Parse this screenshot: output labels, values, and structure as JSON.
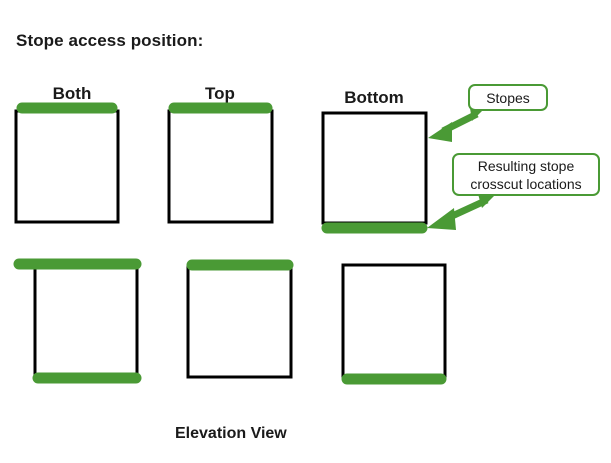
{
  "figure": {
    "title": "Stope access position:",
    "footer_label": "Elevation View",
    "colors": {
      "stope_green": "#4A9A35",
      "outline_black": "#000000",
      "background": "#FFFFFF",
      "callout_border": "#4A9A35"
    }
  },
  "columns": [
    {
      "label": "Both"
    },
    {
      "label": "Top"
    },
    {
      "label": "Bottom"
    }
  ],
  "callouts": [
    {
      "id": "stopes",
      "text": "Stopes"
    },
    {
      "id": "crosscut",
      "line1": "Resulting stope",
      "line2": "crosscut locations"
    }
  ],
  "chart_data": {
    "type": "diagram",
    "title": "Stope access position:",
    "subtitle": "Elevation View",
    "column_headers": [
      "Both",
      "Top",
      "Bottom"
    ],
    "rows": 2,
    "cells": [
      {
        "row": 1,
        "column": "Both",
        "access": "both",
        "green_bars": [
          "top"
        ],
        "outline": "rectangle"
      },
      {
        "row": 1,
        "column": "Top",
        "access": "top",
        "green_bars": [
          "top"
        ],
        "outline": "rectangle"
      },
      {
        "row": 1,
        "column": "Bottom",
        "access": "bottom",
        "green_bars": [
          "bottom"
        ],
        "outline": "rectangle"
      },
      {
        "row": 2,
        "column": "Both",
        "access": "both",
        "green_bars": [
          "top",
          "bottom"
        ],
        "outline": "sides-only"
      },
      {
        "row": 2,
        "column": "Top",
        "access": "top",
        "green_bars": [
          "top"
        ],
        "outline": "rectangle"
      },
      {
        "row": 2,
        "column": "Bottom",
        "access": "bottom",
        "green_bars": [
          "bottom"
        ],
        "outline": "rectangle"
      }
    ],
    "annotations": [
      {
        "label": "Stopes",
        "points_to": "stope-block-outline-row1-bottom"
      },
      {
        "label": "Resulting stope crosscut locations",
        "points_to": "green-bar-row1-bottom"
      }
    ],
    "legend": {
      "green": "Resulting stope crosscut locations",
      "black_rectangle": "Stopes"
    }
  }
}
